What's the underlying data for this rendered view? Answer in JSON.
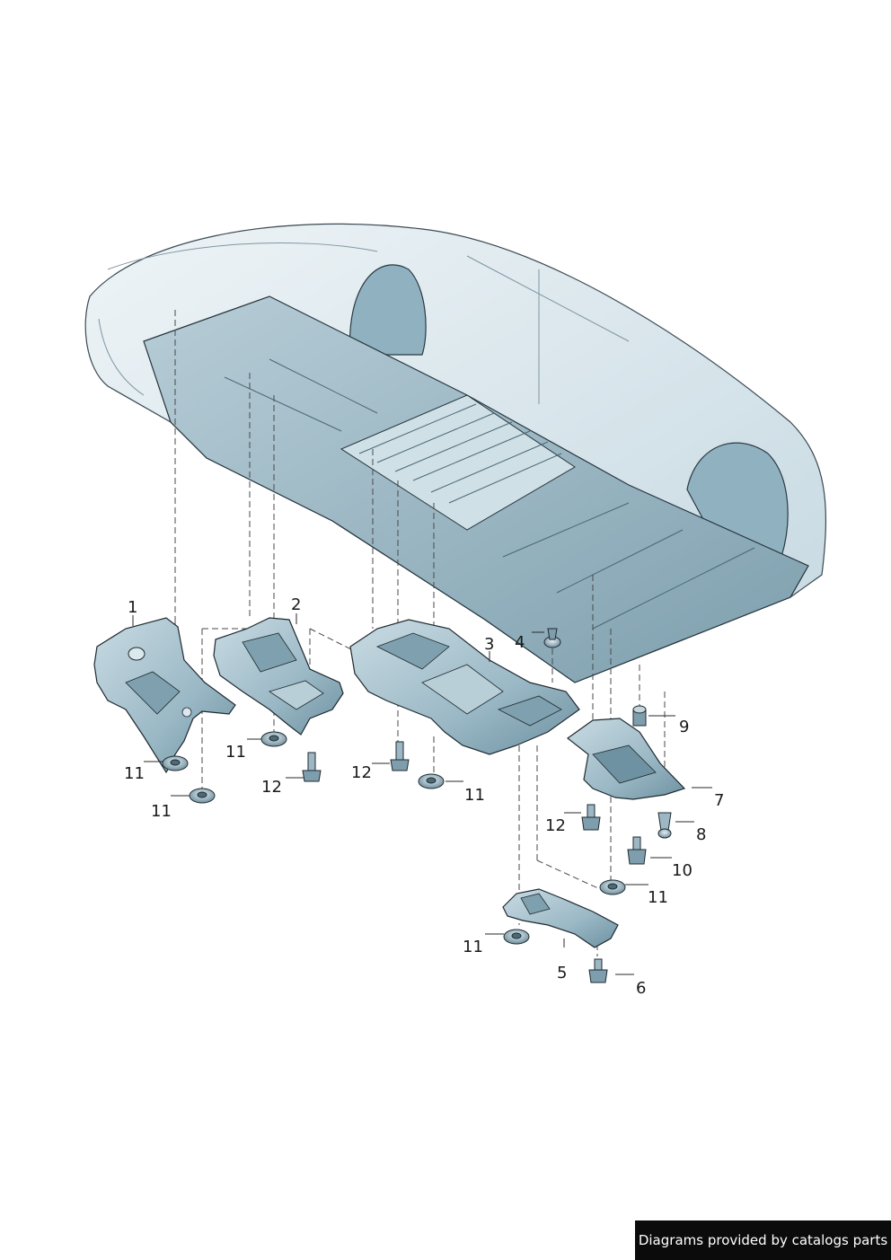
{
  "colors": {
    "part_fill": "#a8c3cf",
    "part_shadow": "#5f8494",
    "part_highlight": "#dce9ef",
    "outline": "#1f2a30",
    "leader": "#2a2a2a",
    "dash": "#4a4a4a"
  },
  "callouts": [
    {
      "id": "c1",
      "text": "1"
    },
    {
      "id": "c2",
      "text": "2"
    },
    {
      "id": "c3",
      "text": "3"
    },
    {
      "id": "c4",
      "text": "4"
    },
    {
      "id": "c5",
      "text": "5"
    },
    {
      "id": "c6",
      "text": "6"
    },
    {
      "id": "c7",
      "text": "7"
    },
    {
      "id": "c8",
      "text": "8"
    },
    {
      "id": "c9",
      "text": "9"
    },
    {
      "id": "c10",
      "text": "10"
    },
    {
      "id": "c11a",
      "text": "11"
    },
    {
      "id": "c11b",
      "text": "11"
    },
    {
      "id": "c11c",
      "text": "11"
    },
    {
      "id": "c11d",
      "text": "11"
    },
    {
      "id": "c11e",
      "text": "11"
    },
    {
      "id": "c11f",
      "text": "11"
    },
    {
      "id": "c12a",
      "text": "12"
    },
    {
      "id": "c12b",
      "text": "12"
    },
    {
      "id": "c12c",
      "text": "12"
    }
  ],
  "credit": "Diagrams provided by catalogs parts"
}
